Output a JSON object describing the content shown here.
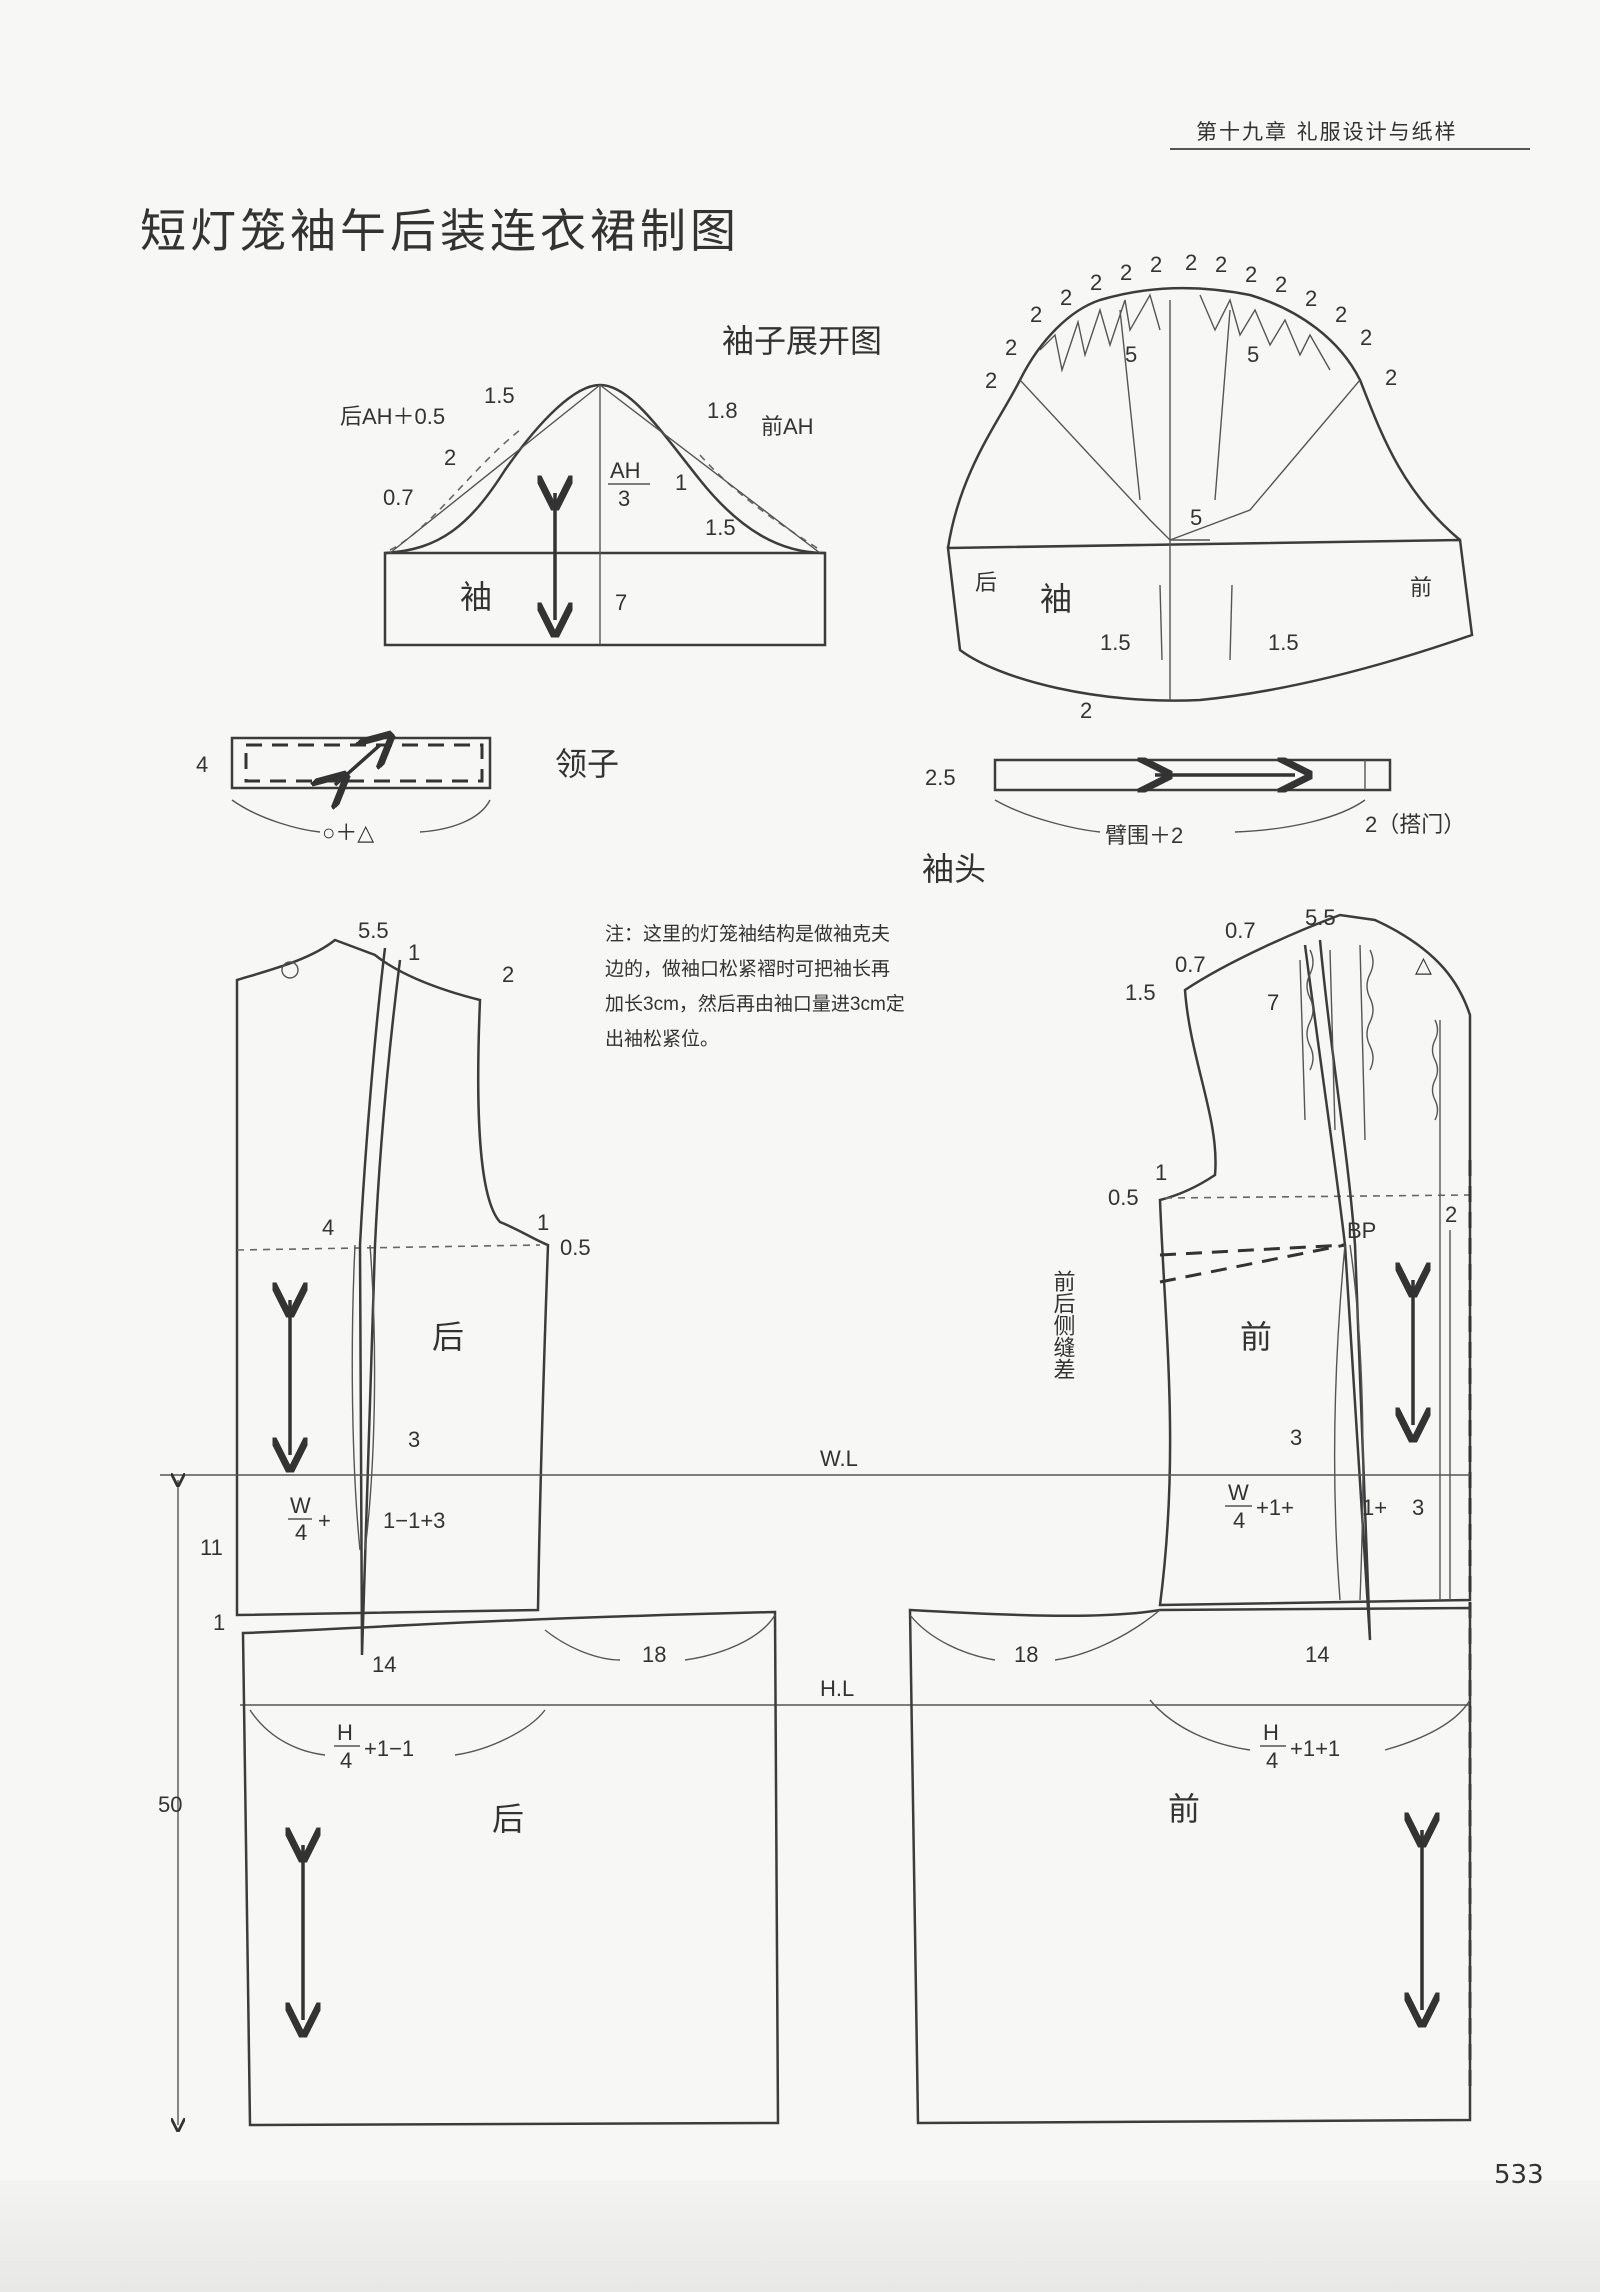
{
  "header": {
    "chapter": "第十九章  礼服设计与纸样"
  },
  "title": "短灯笼袖午后装连衣裙制图",
  "page_number": "533",
  "sleeve_expand": {
    "title": "袖子展开图",
    "label_back": "后",
    "label_sleeve": "袖",
    "label_front": "前",
    "labels": {
      "n2": "2",
      "n5": "5",
      "n15": "1.5"
    }
  },
  "sleeve_basic": {
    "label": "袖",
    "back_ah": "后AH＋0.5",
    "front_ah": "前AH",
    "ah_num": "AH",
    "ah_den": "3",
    "m_1_5": "1.5",
    "m_1_8": "1.8",
    "m_2": "2",
    "m_0_7": "0.7",
    "m_1": "1",
    "m_7": "7"
  },
  "collar": {
    "label": "领子",
    "width": "4",
    "length": "○＋△"
  },
  "cuff": {
    "label": "袖头",
    "width": "2.5",
    "length": "臂围＋2",
    "overlap": "2（搭门）"
  },
  "note": [
    "注：这里的灯笼袖结构是做袖克夫",
    "边的，做袖口松紧褶时可把袖长再",
    "加长3cm，然后再由袖口量进3cm定",
    "出袖松紧位。"
  ],
  "bodice_back": {
    "label": "后",
    "m_5_5": "5.5",
    "m_1": "1",
    "m_2": "2",
    "m_4": "4",
    "m_0_5": "0.5",
    "m_3": "3",
    "w_num": "W",
    "w_den": "4",
    "w_rest": "1−1+3",
    "m_11": "11",
    "m_14": "14"
  },
  "bodice_front": {
    "label": "前",
    "m_0_7": "0.7",
    "m_5_5": "5.5",
    "m_1_5": "1.5",
    "m_7": "7",
    "m_0_5": "0.5",
    "m_1": "1",
    "m_2": "2",
    "bp": "BP",
    "m_3": "3",
    "w_num": "W",
    "w_den": "4",
    "w_rest": "+1+",
    "w_rest2": "1+",
    "m_14": "14",
    "side_note": "前后侧缝差"
  },
  "waist_line": "W.L",
  "hip_line": "H.L",
  "skirt_back": {
    "label": "后",
    "h_num": "H",
    "h_den": "4",
    "h_rest": "+1−1",
    "m_18": "18"
  },
  "skirt_front": {
    "label": "前",
    "h_num": "H",
    "h_den": "4",
    "h_rest": "+1+1",
    "m_18": "18"
  },
  "total_length": "50",
  "hem_diff": "1"
}
